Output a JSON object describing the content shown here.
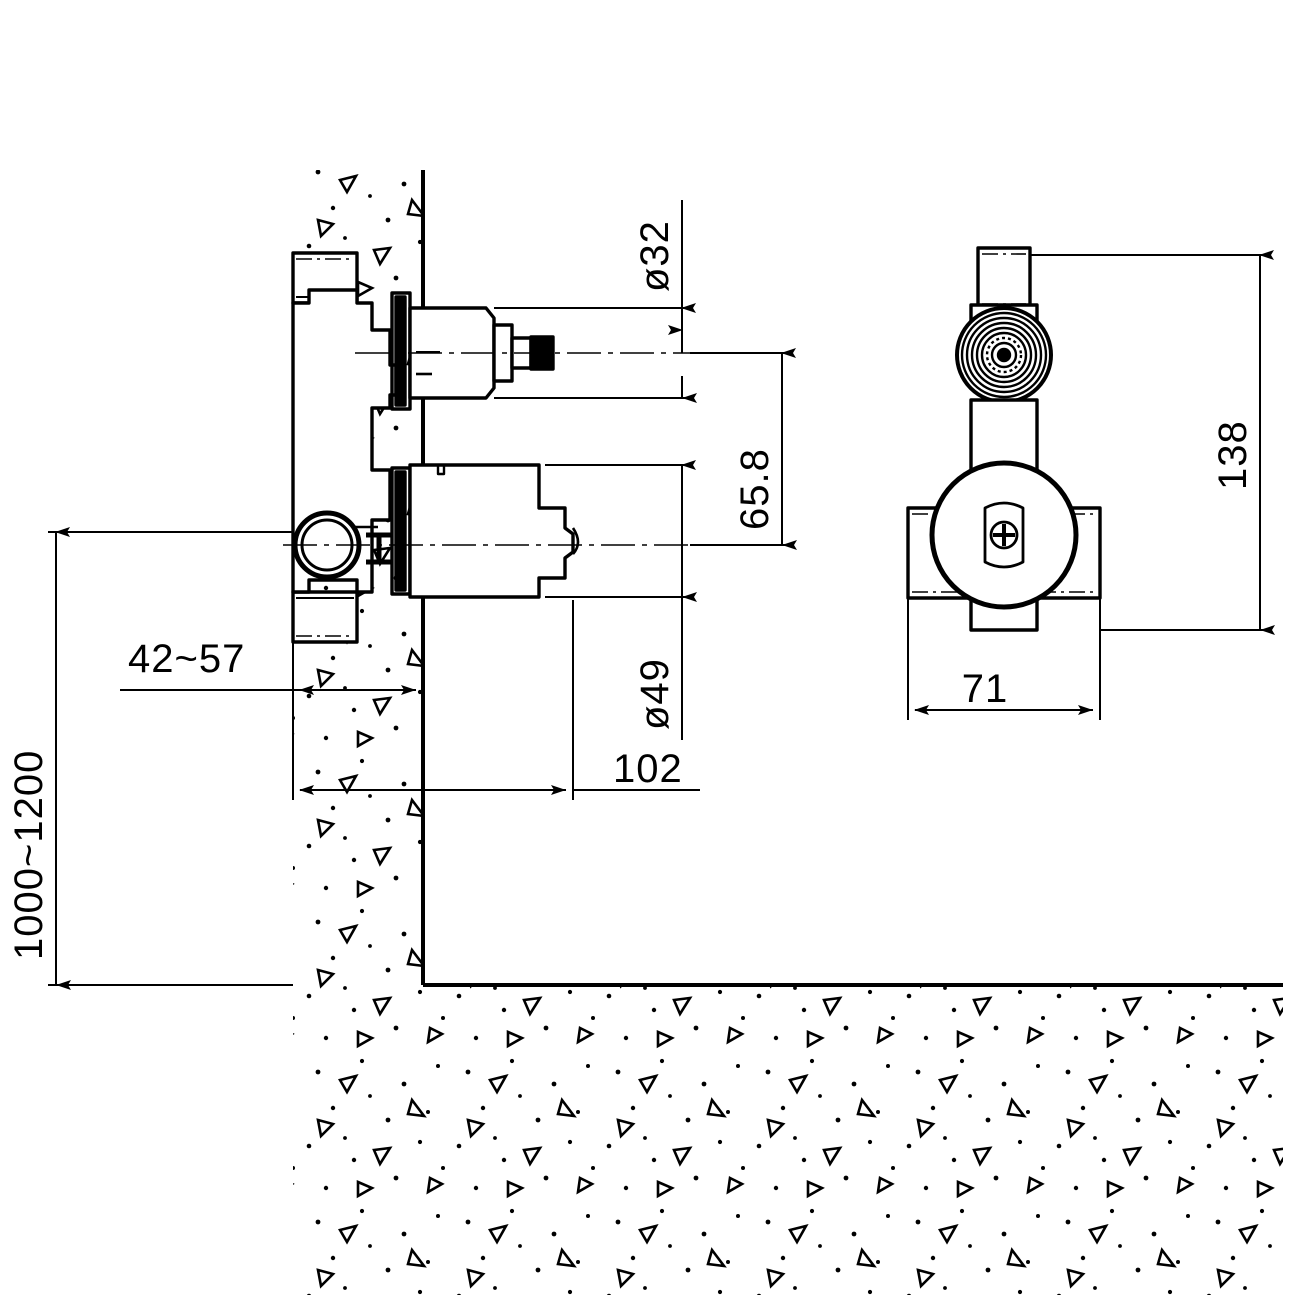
{
  "drawing": {
    "type": "technical-engineering-drawing",
    "subject": "concealed wall-mounted thermostatic shower mixer valve",
    "background_color": "#ffffff",
    "line_color": "#000000",
    "views": [
      {
        "name": "side-section-view",
        "position": "left"
      },
      {
        "name": "front-view",
        "position": "right"
      }
    ]
  },
  "dimensions": {
    "diameter_top": "ø32",
    "diameter_bottom": "ø49",
    "vertical_spacing": "65.8",
    "projection_depth": "102",
    "wall_recess_range": "42~57",
    "mounting_height": "1000~1200",
    "front_height": "138",
    "front_width": "71"
  },
  "labels": {
    "dia_top": "ø32",
    "dia_bottom": "ø49",
    "spacing": "65.8",
    "depth": "102",
    "recess": "42~57",
    "height_range": "1000~1200",
    "front_height": "138",
    "front_width": "71"
  },
  "colors": {
    "line": "#000000",
    "fill": "#ffffff",
    "hatch": "#000000"
  }
}
